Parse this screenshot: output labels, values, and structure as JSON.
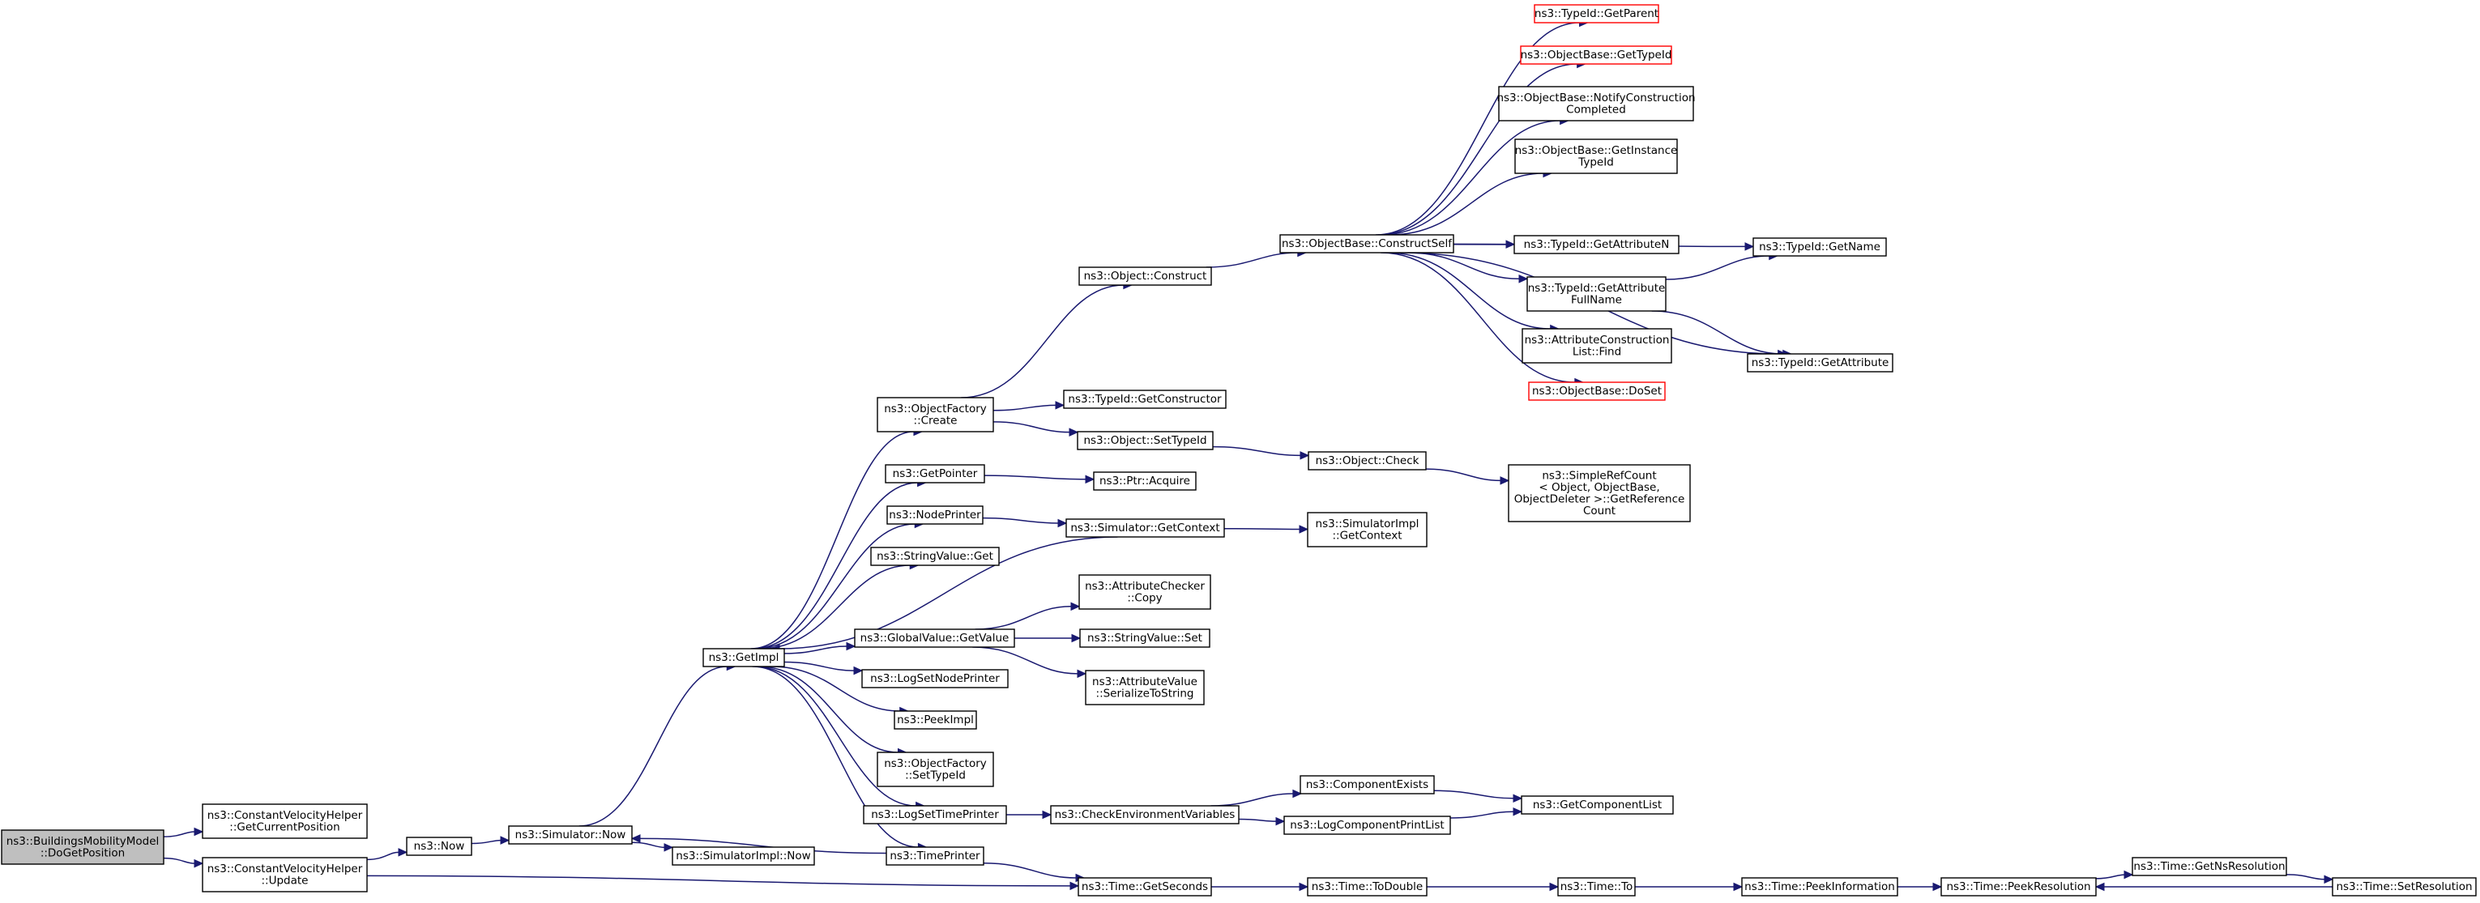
{
  "nodes": [
    {
      "id": "root",
      "lines": [
        "ns3::BuildingsMobilityModel",
        "::DoGetPosition"
      ],
      "root": true
    },
    {
      "id": "cvh_getpos",
      "lines": [
        "ns3::ConstantVelocityHelper",
        "::GetCurrentPosition"
      ]
    },
    {
      "id": "cvh_update",
      "lines": [
        "ns3::ConstantVelocityHelper",
        "::Update"
      ]
    },
    {
      "id": "now",
      "lines": [
        "ns3::Now"
      ]
    },
    {
      "id": "sim_now",
      "lines": [
        "ns3::Simulator::Now"
      ]
    },
    {
      "id": "simimpl_now",
      "lines": [
        "ns3::SimulatorImpl::Now"
      ]
    },
    {
      "id": "getimpl",
      "lines": [
        "ns3::GetImpl"
      ]
    },
    {
      "id": "of_create",
      "lines": [
        "ns3::ObjectFactory",
        "::Create"
      ]
    },
    {
      "id": "getpointer",
      "lines": [
        "ns3::GetPointer"
      ]
    },
    {
      "id": "nodeprinter",
      "lines": [
        "ns3::NodePrinter"
      ]
    },
    {
      "id": "stringvalue_get",
      "lines": [
        "ns3::StringValue::Get"
      ]
    },
    {
      "id": "gv_getvalue",
      "lines": [
        "ns3::GlobalValue::GetValue"
      ]
    },
    {
      "id": "logsetnodeprinter",
      "lines": [
        "ns3::LogSetNodePrinter"
      ]
    },
    {
      "id": "peekimpl",
      "lines": [
        "ns3::PeekImpl"
      ]
    },
    {
      "id": "of_settypeid",
      "lines": [
        "ns3::ObjectFactory",
        "::SetTypeId"
      ]
    },
    {
      "id": "logsettimeprinter",
      "lines": [
        "ns3::LogSetTimePrinter"
      ]
    },
    {
      "id": "timeprinter",
      "lines": [
        "ns3::TimePrinter"
      ]
    },
    {
      "id": "obj_construct",
      "lines": [
        "ns3::Object::Construct"
      ]
    },
    {
      "id": "typeid_getconstructor",
      "lines": [
        "ns3::TypeId::GetConstructor"
      ]
    },
    {
      "id": "obj_settypeid",
      "lines": [
        "ns3::Object::SetTypeId"
      ]
    },
    {
      "id": "ptr_acquire",
      "lines": [
        "ns3::Ptr::Acquire"
      ]
    },
    {
      "id": "sim_getcontext",
      "lines": [
        "ns3::Simulator::GetContext"
      ]
    },
    {
      "id": "attrchecker_copy",
      "lines": [
        "ns3::AttributeChecker",
        "::Copy"
      ]
    },
    {
      "id": "stringvalue_set",
      "lines": [
        "ns3::StringValue::Set"
      ]
    },
    {
      "id": "attrvalue_ser",
      "lines": [
        "ns3::AttributeValue",
        "::SerializeToString"
      ]
    },
    {
      "id": "checkenv",
      "lines": [
        "ns3::CheckEnvironmentVariables"
      ]
    },
    {
      "id": "time_getseconds",
      "lines": [
        "ns3::Time::GetSeconds"
      ]
    },
    {
      "id": "objbase_constructself",
      "lines": [
        "ns3::ObjectBase::ConstructSelf"
      ]
    },
    {
      "id": "obj_check",
      "lines": [
        "ns3::Object::Check"
      ]
    },
    {
      "id": "simimpl_getcontext",
      "lines": [
        "ns3::SimulatorImpl",
        "::GetContext"
      ]
    },
    {
      "id": "componentexists",
      "lines": [
        "ns3::ComponentExists"
      ]
    },
    {
      "id": "logcomponentprintlist",
      "lines": [
        "ns3::LogComponentPrintList"
      ]
    },
    {
      "id": "time_todouble",
      "lines": [
        "ns3::Time::ToDouble"
      ]
    },
    {
      "id": "typeid_getparent",
      "lines": [
        "ns3::TypeId::GetParent"
      ],
      "ext": true
    },
    {
      "id": "objbase_gettypeid",
      "lines": [
        "ns3::ObjectBase::GetTypeId"
      ],
      "ext": true
    },
    {
      "id": "objbase_notify",
      "lines": [
        "ns3::ObjectBase::NotifyConstruction",
        "Completed"
      ]
    },
    {
      "id": "objbase_getinstance",
      "lines": [
        "ns3::ObjectBase::GetInstance",
        "TypeId"
      ]
    },
    {
      "id": "typeid_getattributen",
      "lines": [
        "ns3::TypeId::GetAttributeN"
      ]
    },
    {
      "id": "typeid_getattrfullname",
      "lines": [
        "ns3::TypeId::GetAttribute",
        "FullName"
      ]
    },
    {
      "id": "acl_find",
      "lines": [
        "ns3::AttributeConstruction",
        "List::Find"
      ]
    },
    {
      "id": "objbase_doset",
      "lines": [
        "ns3::ObjectBase::DoSet"
      ],
      "ext": true
    },
    {
      "id": "simplerefcount",
      "lines": [
        "ns3::SimpleRefCount",
        "< Object, ObjectBase,",
        "ObjectDeleter >::GetReference",
        "Count"
      ]
    },
    {
      "id": "getcomponentlist",
      "lines": [
        "ns3::GetComponentList"
      ]
    },
    {
      "id": "time_to",
      "lines": [
        "ns3::Time::To"
      ]
    },
    {
      "id": "typeid_getname",
      "lines": [
        "ns3::TypeId::GetName"
      ]
    },
    {
      "id": "typeid_getattribute",
      "lines": [
        "ns3::TypeId::GetAttribute"
      ]
    },
    {
      "id": "time_peekinfo",
      "lines": [
        "ns3::Time::PeekInformation"
      ]
    },
    {
      "id": "time_peekres",
      "lines": [
        "ns3::Time::PeekResolution"
      ]
    },
    {
      "id": "time_getnsres",
      "lines": [
        "ns3::Time::GetNsResolution"
      ]
    },
    {
      "id": "time_setres",
      "lines": [
        "ns3::Time::SetResolution"
      ]
    }
  ],
  "edges": [
    [
      "root",
      "cvh_getpos"
    ],
    [
      "root",
      "cvh_update"
    ],
    [
      "cvh_update",
      "now"
    ],
    [
      "cvh_update",
      "time_getseconds"
    ],
    [
      "now",
      "sim_now"
    ],
    [
      "sim_now",
      "getimpl"
    ],
    [
      "sim_now",
      "simimpl_now"
    ],
    [
      "getimpl",
      "of_create"
    ],
    [
      "getimpl",
      "getpointer"
    ],
    [
      "getimpl",
      "nodeprinter"
    ],
    [
      "getimpl",
      "stringvalue_get"
    ],
    [
      "getimpl",
      "gv_getvalue"
    ],
    [
      "getimpl",
      "logsetnodeprinter"
    ],
    [
      "getimpl",
      "peekimpl"
    ],
    [
      "getimpl",
      "of_settypeid"
    ],
    [
      "getimpl",
      "logsettimeprinter"
    ],
    [
      "getimpl",
      "timeprinter"
    ],
    [
      "sim_getcontext",
      "getimpl"
    ],
    [
      "timeprinter",
      "sim_now"
    ],
    [
      "of_create",
      "obj_construct"
    ],
    [
      "of_create",
      "typeid_getconstructor"
    ],
    [
      "of_create",
      "obj_settypeid"
    ],
    [
      "getpointer",
      "ptr_acquire"
    ],
    [
      "nodeprinter",
      "sim_getcontext"
    ],
    [
      "gv_getvalue",
      "attrchecker_copy"
    ],
    [
      "gv_getvalue",
      "stringvalue_set"
    ],
    [
      "gv_getvalue",
      "attrvalue_ser"
    ],
    [
      "logsettimeprinter",
      "checkenv"
    ],
    [
      "timeprinter",
      "time_getseconds"
    ],
    [
      "obj_construct",
      "objbase_constructself"
    ],
    [
      "obj_settypeid",
      "obj_check"
    ],
    [
      "sim_getcontext",
      "simimpl_getcontext"
    ],
    [
      "checkenv",
      "componentexists"
    ],
    [
      "checkenv",
      "logcomponentprintlist"
    ],
    [
      "time_getseconds",
      "time_todouble"
    ],
    [
      "objbase_constructself",
      "typeid_getparent"
    ],
    [
      "objbase_constructself",
      "objbase_gettypeid"
    ],
    [
      "objbase_constructself",
      "objbase_notify"
    ],
    [
      "objbase_constructself",
      "objbase_getinstance"
    ],
    [
      "objbase_constructself",
      "typeid_getname"
    ],
    [
      "objbase_constructself",
      "typeid_getattributen"
    ],
    [
      "objbase_constructself",
      "typeid_getattrfullname"
    ],
    [
      "objbase_constructself",
      "acl_find"
    ],
    [
      "objbase_constructself",
      "objbase_doset"
    ],
    [
      "objbase_constructself",
      "typeid_getattribute"
    ],
    [
      "obj_check",
      "simplerefcount"
    ],
    [
      "componentexists",
      "getcomponentlist"
    ],
    [
      "logcomponentprintlist",
      "getcomponentlist"
    ],
    [
      "time_todouble",
      "time_to"
    ],
    [
      "typeid_getattrfullname",
      "typeid_getname"
    ],
    [
      "typeid_getattrfullname",
      "typeid_getattribute"
    ],
    [
      "time_to",
      "time_peekinfo"
    ],
    [
      "time_peekinfo",
      "time_peekres"
    ],
    [
      "time_peekres",
      "time_getnsres"
    ],
    [
      "time_getnsres",
      "time_setres"
    ],
    [
      "time_setres",
      "time_peekres"
    ]
  ],
  "colors": {
    "edge": "#191970",
    "node_border": "#000000",
    "external_border": "#ff0000",
    "root_fill": "#bfbfbf"
  }
}
